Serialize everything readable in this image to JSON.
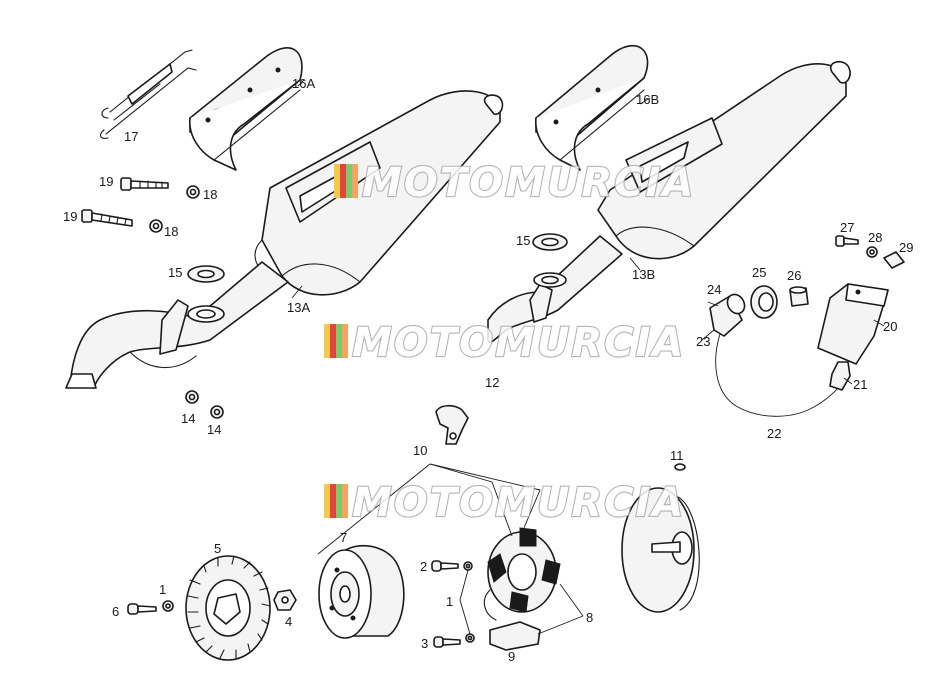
{
  "watermark": {
    "text": "MOTOMURCIA",
    "stripe_colors": [
      "#f2c94c",
      "#e0463c",
      "#7fc86b",
      "#f4a460"
    ]
  },
  "callouts": {
    "c1": "1",
    "c1b": "1",
    "c2": "2",
    "c3": "3",
    "c4": "4",
    "c5": "5",
    "c6": "6",
    "c7": "7",
    "c8": "8",
    "c9": "9",
    "c10": "10",
    "c11": "11",
    "c12": "12",
    "c13A": "13A",
    "c13B": "13B",
    "c14a": "14",
    "c14b": "14",
    "c15a": "15",
    "c15b": "15",
    "c16A": "16A",
    "c16B": "16B",
    "c17": "17",
    "c18a": "18",
    "c18b": "18",
    "c19a": "19",
    "c19b": "19",
    "c20": "20",
    "c21": "21",
    "c22": "22",
    "c23": "23",
    "c24": "24",
    "c25": "25",
    "c26": "26",
    "c27": "27",
    "c28": "28",
    "c29": "29"
  }
}
